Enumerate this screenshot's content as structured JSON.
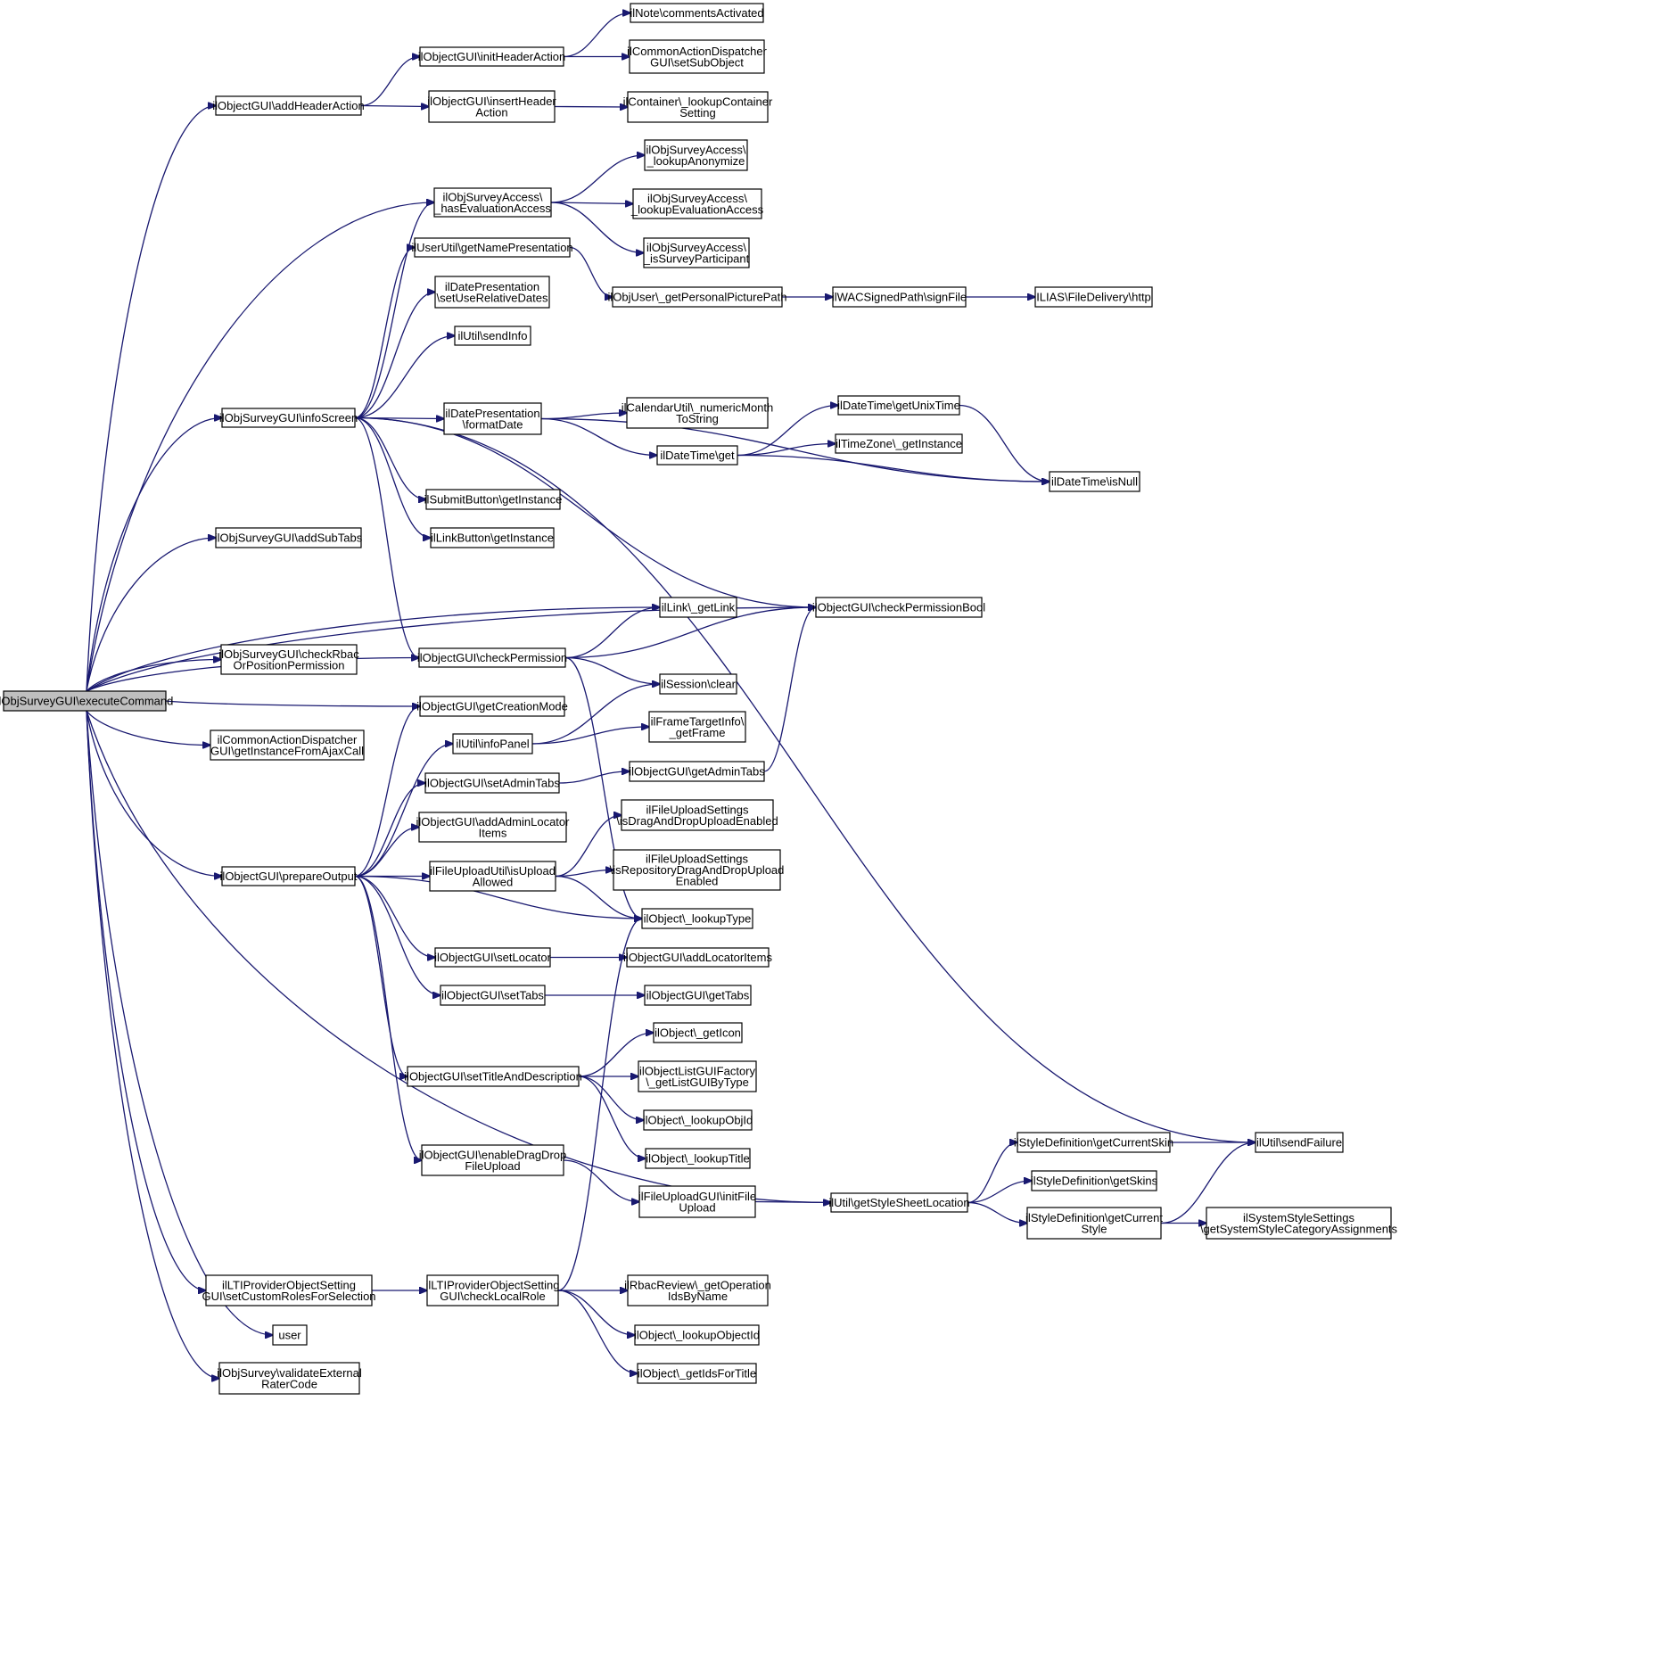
{
  "graph": {
    "colors": {
      "edge": "#191970",
      "node_border": "#000000",
      "node_fill": "#ffffff",
      "root_fill": "#bfbfbf"
    },
    "nodes": {
      "root": [
        "ilObjSurveyGUI\\executeCommand"
      ],
      "addHeaderAction": [
        "ilObjectGUI\\addHeaderAction"
      ],
      "initHeaderAction": [
        "ilObjectGUI\\initHeaderAction"
      ],
      "commentsActivated": [
        "ilNote\\commentsActivated"
      ],
      "setSubObject": [
        "ilCommonActionDispatcher",
        "GUI\\setSubObject"
      ],
      "insertHeaderAction": [
        "ilObjectGUI\\insertHeader",
        "Action"
      ],
      "lookupContainerSetting": [
        "ilContainer\\_lookupContainer",
        "Setting"
      ],
      "hasEvaluationAccess": [
        "ilObjSurveyAccess\\",
        "_hasEvaluationAccess"
      ],
      "lookupAnonymize": [
        "ilObjSurveyAccess\\",
        "_lookupAnonymize"
      ],
      "lookupEvaluationAccess": [
        "ilObjSurveyAccess\\",
        "_lookupEvaluationAccess"
      ],
      "isSurveyParticipant": [
        "ilObjSurveyAccess\\",
        "_isSurveyParticipant"
      ],
      "getNamePresentation": [
        "ilUserUtil\\getNamePresentation"
      ],
      "getPersonalPicturePath": [
        "ilObjUser\\_getPersonalPicturePath"
      ],
      "signFile": [
        "ilWACSignedPath\\signFile"
      ],
      "http": [
        "ILIAS\\FileDelivery\\http"
      ],
      "setUseRelativeDates": [
        "ilDatePresentation",
        "\\setUseRelativeDates"
      ],
      "sendInfo": [
        "ilUtil\\sendInfo"
      ],
      "infoScreen": [
        "ilObjSurveyGUI\\infoScreen"
      ],
      "formatDate": [
        "ilDatePresentation",
        "\\formatDate"
      ],
      "numericMonthToString": [
        "ilCalendarUtil\\_numericMonth",
        "ToString"
      ],
      "getUnixTime": [
        "ilDateTime\\getUnixTime"
      ],
      "dateTimeGet": [
        "ilDateTime\\get"
      ],
      "timeZoneGetInstance": [
        "ilTimeZone\\_getInstance"
      ],
      "isNull": [
        "ilDateTime\\isNull"
      ],
      "submitButton": [
        "ilSubmitButton\\getInstance"
      ],
      "linkButton": [
        "ilLinkButton\\getInstance"
      ],
      "addSubTabs": [
        "ilObjSurveyGUI\\addSubTabs"
      ],
      "getLink": [
        "ilLink\\_getLink"
      ],
      "checkPermissionBool": [
        "ilObjectGUI\\checkPermissionBool"
      ],
      "checkRbac": [
        "ilObjSurveyGUI\\checkRbac",
        "OrPositionPermission"
      ],
      "checkPermission": [
        "ilObjectGUI\\checkPermission"
      ],
      "sessionClear": [
        "ilSession\\clear"
      ],
      "getCreationMode": [
        "ilObjectGUI\\getCreationMode"
      ],
      "getInstanceFromAjaxCall": [
        "ilCommonActionDispatcher",
        "GUI\\getInstanceFromAjaxCall"
      ],
      "infoPanel": [
        "ilUtil\\infoPanel"
      ],
      "getFrame": [
        "ilFrameTargetInfo\\",
        "_getFrame"
      ],
      "setAdminTabs": [
        "ilObjectGUI\\setAdminTabs"
      ],
      "getAdminTabs": [
        "ilObjectGUI\\getAdminTabs"
      ],
      "addAdminLocatorItems": [
        "ilObjectGUI\\addAdminLocator",
        "Items"
      ],
      "isDragAndDropUploadEnabled": [
        "ilFileUploadSettings",
        "\\isDragAndDropUploadEnabled"
      ],
      "prepareOutput": [
        "ilObjectGUI\\prepareOutput"
      ],
      "isUploadAllowed": [
        "ilFileUploadUtil\\isUpload",
        "Allowed"
      ],
      "isRepositoryDragAndDrop": [
        "ilFileUploadSettings",
        "\\isRepositoryDragAndDropUpload",
        "Enabled"
      ],
      "lookupType": [
        "ilObject\\_lookupType"
      ],
      "setLocator": [
        "ilObjectGUI\\setLocator"
      ],
      "addLocatorItems": [
        "ilObjectGUI\\addLocatorItems"
      ],
      "setTabs": [
        "ilObjectGUI\\setTabs"
      ],
      "getTabs": [
        "ilObjectGUI\\getTabs"
      ],
      "getIcon": [
        "ilObject\\_getIcon"
      ],
      "setTitleAndDescription": [
        "ilObjectGUI\\setTitleAndDescription"
      ],
      "getListGUIByType": [
        "ilObjectListGUIFactory",
        "\\_getListGUIByType"
      ],
      "lookupObjId": [
        "ilObject\\_lookupObjId"
      ],
      "lookupTitle": [
        "ilObject\\_lookupTitle"
      ],
      "getCurrentSkin": [
        "ilStyleDefinition\\getCurrentSkin"
      ],
      "sendFailure": [
        "ilUtil\\sendFailure"
      ],
      "getSkins": [
        "ilStyleDefinition\\getSkins"
      ],
      "enableDragDrop": [
        "ilObjectGUI\\enableDragDrop",
        "FileUpload"
      ],
      "initFileUpload": [
        "ilFileUploadGUI\\initFile",
        "Upload"
      ],
      "getStyleSheetLocation": [
        "ilUtil\\getStyleSheetLocation"
      ],
      "getCurrentStyle": [
        "ilStyleDefinition\\getCurrent",
        "Style"
      ],
      "getSystemStyleCategory": [
        "ilSystemStyleSettings",
        "\\getSystemStyleCategoryAssignments"
      ],
      "setCustomRoles": [
        "ilLTIProviderObjectSetting",
        "GUI\\setCustomRolesForSelection"
      ],
      "checkLocalRole": [
        "ilLTIProviderObjectSetting",
        "GUI\\checkLocalRole"
      ],
      "getOperationIds": [
        "ilRbacReview\\_getOperation",
        "IdsByName"
      ],
      "lookupObjectId": [
        "ilObject\\_lookupObjectId"
      ],
      "getIdsForTitle": [
        "ilObject\\_getIdsForTitle"
      ],
      "user": [
        "user"
      ],
      "validateExternal": [
        "ilObjSurvey\\validateExternal",
        "RaterCode"
      ]
    },
    "edges": [
      [
        "root",
        "addHeaderAction"
      ],
      [
        "root",
        "hasEvaluationAccess"
      ],
      [
        "root",
        "infoScreen"
      ],
      [
        "root",
        "addSubTabs"
      ],
      [
        "root",
        "checkPermissionBool"
      ],
      [
        "root",
        "getLink"
      ],
      [
        "root",
        "checkRbac"
      ],
      [
        "root",
        "checkPermission"
      ],
      [
        "root",
        "getCreationMode"
      ],
      [
        "root",
        "getInstanceFromAjaxCall"
      ],
      [
        "root",
        "prepareOutput"
      ],
      [
        "root",
        "getStyleSheetLocation"
      ],
      [
        "root",
        "setCustomRoles"
      ],
      [
        "root",
        "user"
      ],
      [
        "root",
        "validateExternal"
      ],
      [
        "addHeaderAction",
        "initHeaderAction"
      ],
      [
        "addHeaderAction",
        "insertHeaderAction"
      ],
      [
        "initHeaderAction",
        "commentsActivated"
      ],
      [
        "initHeaderAction",
        "setSubObject"
      ],
      [
        "insertHeaderAction",
        "lookupContainerSetting"
      ],
      [
        "hasEvaluationAccess",
        "lookupAnonymize"
      ],
      [
        "hasEvaluationAccess",
        "lookupEvaluationAccess"
      ],
      [
        "hasEvaluationAccess",
        "isSurveyParticipant"
      ],
      [
        "infoScreen",
        "hasEvaluationAccess"
      ],
      [
        "infoScreen",
        "getNamePresentation"
      ],
      [
        "infoScreen",
        "setUseRelativeDates"
      ],
      [
        "infoScreen",
        "sendInfo"
      ],
      [
        "infoScreen",
        "sendFailure"
      ],
      [
        "infoScreen",
        "formatDate"
      ],
      [
        "infoScreen",
        "checkPermissionBool"
      ],
      [
        "infoScreen",
        "submitButton"
      ],
      [
        "infoScreen",
        "linkButton"
      ],
      [
        "infoScreen",
        "checkPermission"
      ],
      [
        "getNamePresentation",
        "getPersonalPicturePath"
      ],
      [
        "getPersonalPicturePath",
        "signFile"
      ],
      [
        "signFile",
        "http"
      ],
      [
        "formatDate",
        "numericMonthToString"
      ],
      [
        "formatDate",
        "dateTimeGet"
      ],
      [
        "formatDate",
        "isNull"
      ],
      [
        "dateTimeGet",
        "getUnixTime"
      ],
      [
        "dateTimeGet",
        "timeZoneGetInstance"
      ],
      [
        "dateTimeGet",
        "isNull"
      ],
      [
        "getUnixTime",
        "isNull"
      ],
      [
        "checkPermission",
        "getLink"
      ],
      [
        "checkPermission",
        "checkPermissionBool"
      ],
      [
        "checkPermission",
        "sessionClear"
      ],
      [
        "checkPermission",
        "lookupType"
      ],
      [
        "infoPanel",
        "sessionClear"
      ],
      [
        "infoPanel",
        "getFrame"
      ],
      [
        "setAdminTabs",
        "getAdminTabs"
      ],
      [
        "getAdminTabs",
        "checkPermissionBool"
      ],
      [
        "prepareOutput",
        "getCreationMode"
      ],
      [
        "prepareOutput",
        "infoPanel"
      ],
      [
        "prepareOutput",
        "setAdminTabs"
      ],
      [
        "prepareOutput",
        "addAdminLocatorItems"
      ],
      [
        "prepareOutput",
        "isUploadAllowed"
      ],
      [
        "prepareOutput",
        "lookupType"
      ],
      [
        "prepareOutput",
        "setLocator"
      ],
      [
        "prepareOutput",
        "setTabs"
      ],
      [
        "prepareOutput",
        "setTitleAndDescription"
      ],
      [
        "prepareOutput",
        "enableDragDrop"
      ],
      [
        "isUploadAllowed",
        "isDragAndDropUploadEnabled"
      ],
      [
        "isUploadAllowed",
        "isRepositoryDragAndDrop"
      ],
      [
        "isUploadAllowed",
        "lookupType"
      ],
      [
        "setLocator",
        "addLocatorItems"
      ],
      [
        "setTabs",
        "getTabs"
      ],
      [
        "setTitleAndDescription",
        "getIcon"
      ],
      [
        "setTitleAndDescription",
        "getListGUIByType"
      ],
      [
        "setTitleAndDescription",
        "lookupObjId"
      ],
      [
        "setTitleAndDescription",
        "lookupTitle"
      ],
      [
        "enableDragDrop",
        "initFileUpload"
      ],
      [
        "initFileUpload",
        "getStyleSheetLocation"
      ],
      [
        "getStyleSheetLocation",
        "getCurrentSkin"
      ],
      [
        "getStyleSheetLocation",
        "getSkins"
      ],
      [
        "getStyleSheetLocation",
        "getCurrentStyle"
      ],
      [
        "getCurrentSkin",
        "sendFailure"
      ],
      [
        "getCurrentStyle",
        "sendFailure"
      ],
      [
        "getCurrentStyle",
        "getSystemStyleCategory"
      ],
      [
        "setCustomRoles",
        "checkLocalRole"
      ],
      [
        "checkLocalRole",
        "getOperationIds"
      ],
      [
        "checkLocalRole",
        "lookupObjectId"
      ],
      [
        "checkLocalRole",
        "getIdsForTitle"
      ],
      [
        "checkLocalRole",
        "lookupType"
      ]
    ]
  }
}
